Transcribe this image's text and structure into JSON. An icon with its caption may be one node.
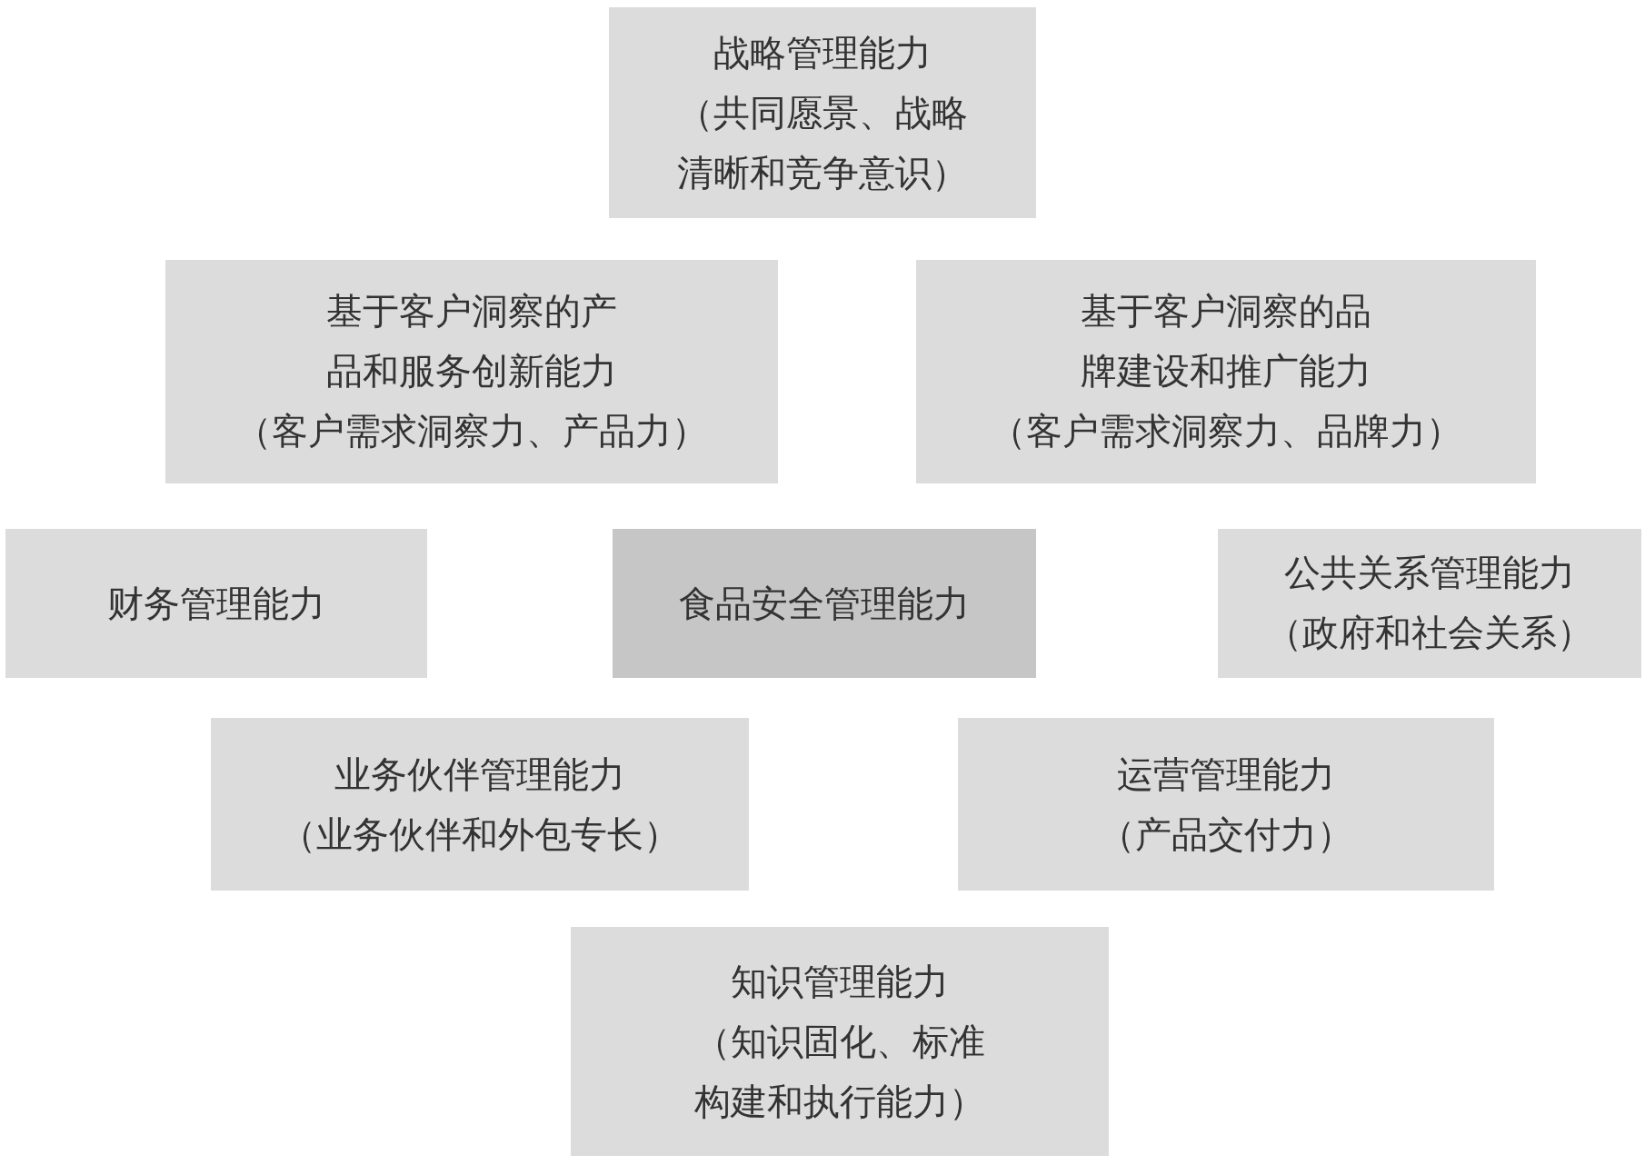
{
  "diagram": {
    "nodes": [
      {
        "text": [
          "战略管理能力",
          "（共同愿景、战略清晰和竞争意识）"
        ]
      },
      {
        "text": [
          "基于客户洞察的产品和服务创新能力",
          "（客户需求洞察力、产品力）"
        ]
      },
      {
        "text": [
          "基于客户洞察的品牌建设和推广能力",
          "（客户需求洞察力、品牌力）"
        ]
      },
      {
        "text": [
          "财务管理能力"
        ]
      },
      {
        "text": [
          "食品安全管理能力"
        ]
      },
      {
        "text": [
          "公共关系管理能力",
          "（政府和社会关系）"
        ]
      },
      {
        "text": [
          "业务伙伴管理能力",
          "（业务伙伴和外包专长）"
        ]
      },
      {
        "text": [
          "运营管理能力",
          "（产品交付力）"
        ]
      },
      {
        "text": [
          "知识管理能力",
          "（知识固化、标准构建和执行能力）"
        ]
      }
    ]
  }
}
